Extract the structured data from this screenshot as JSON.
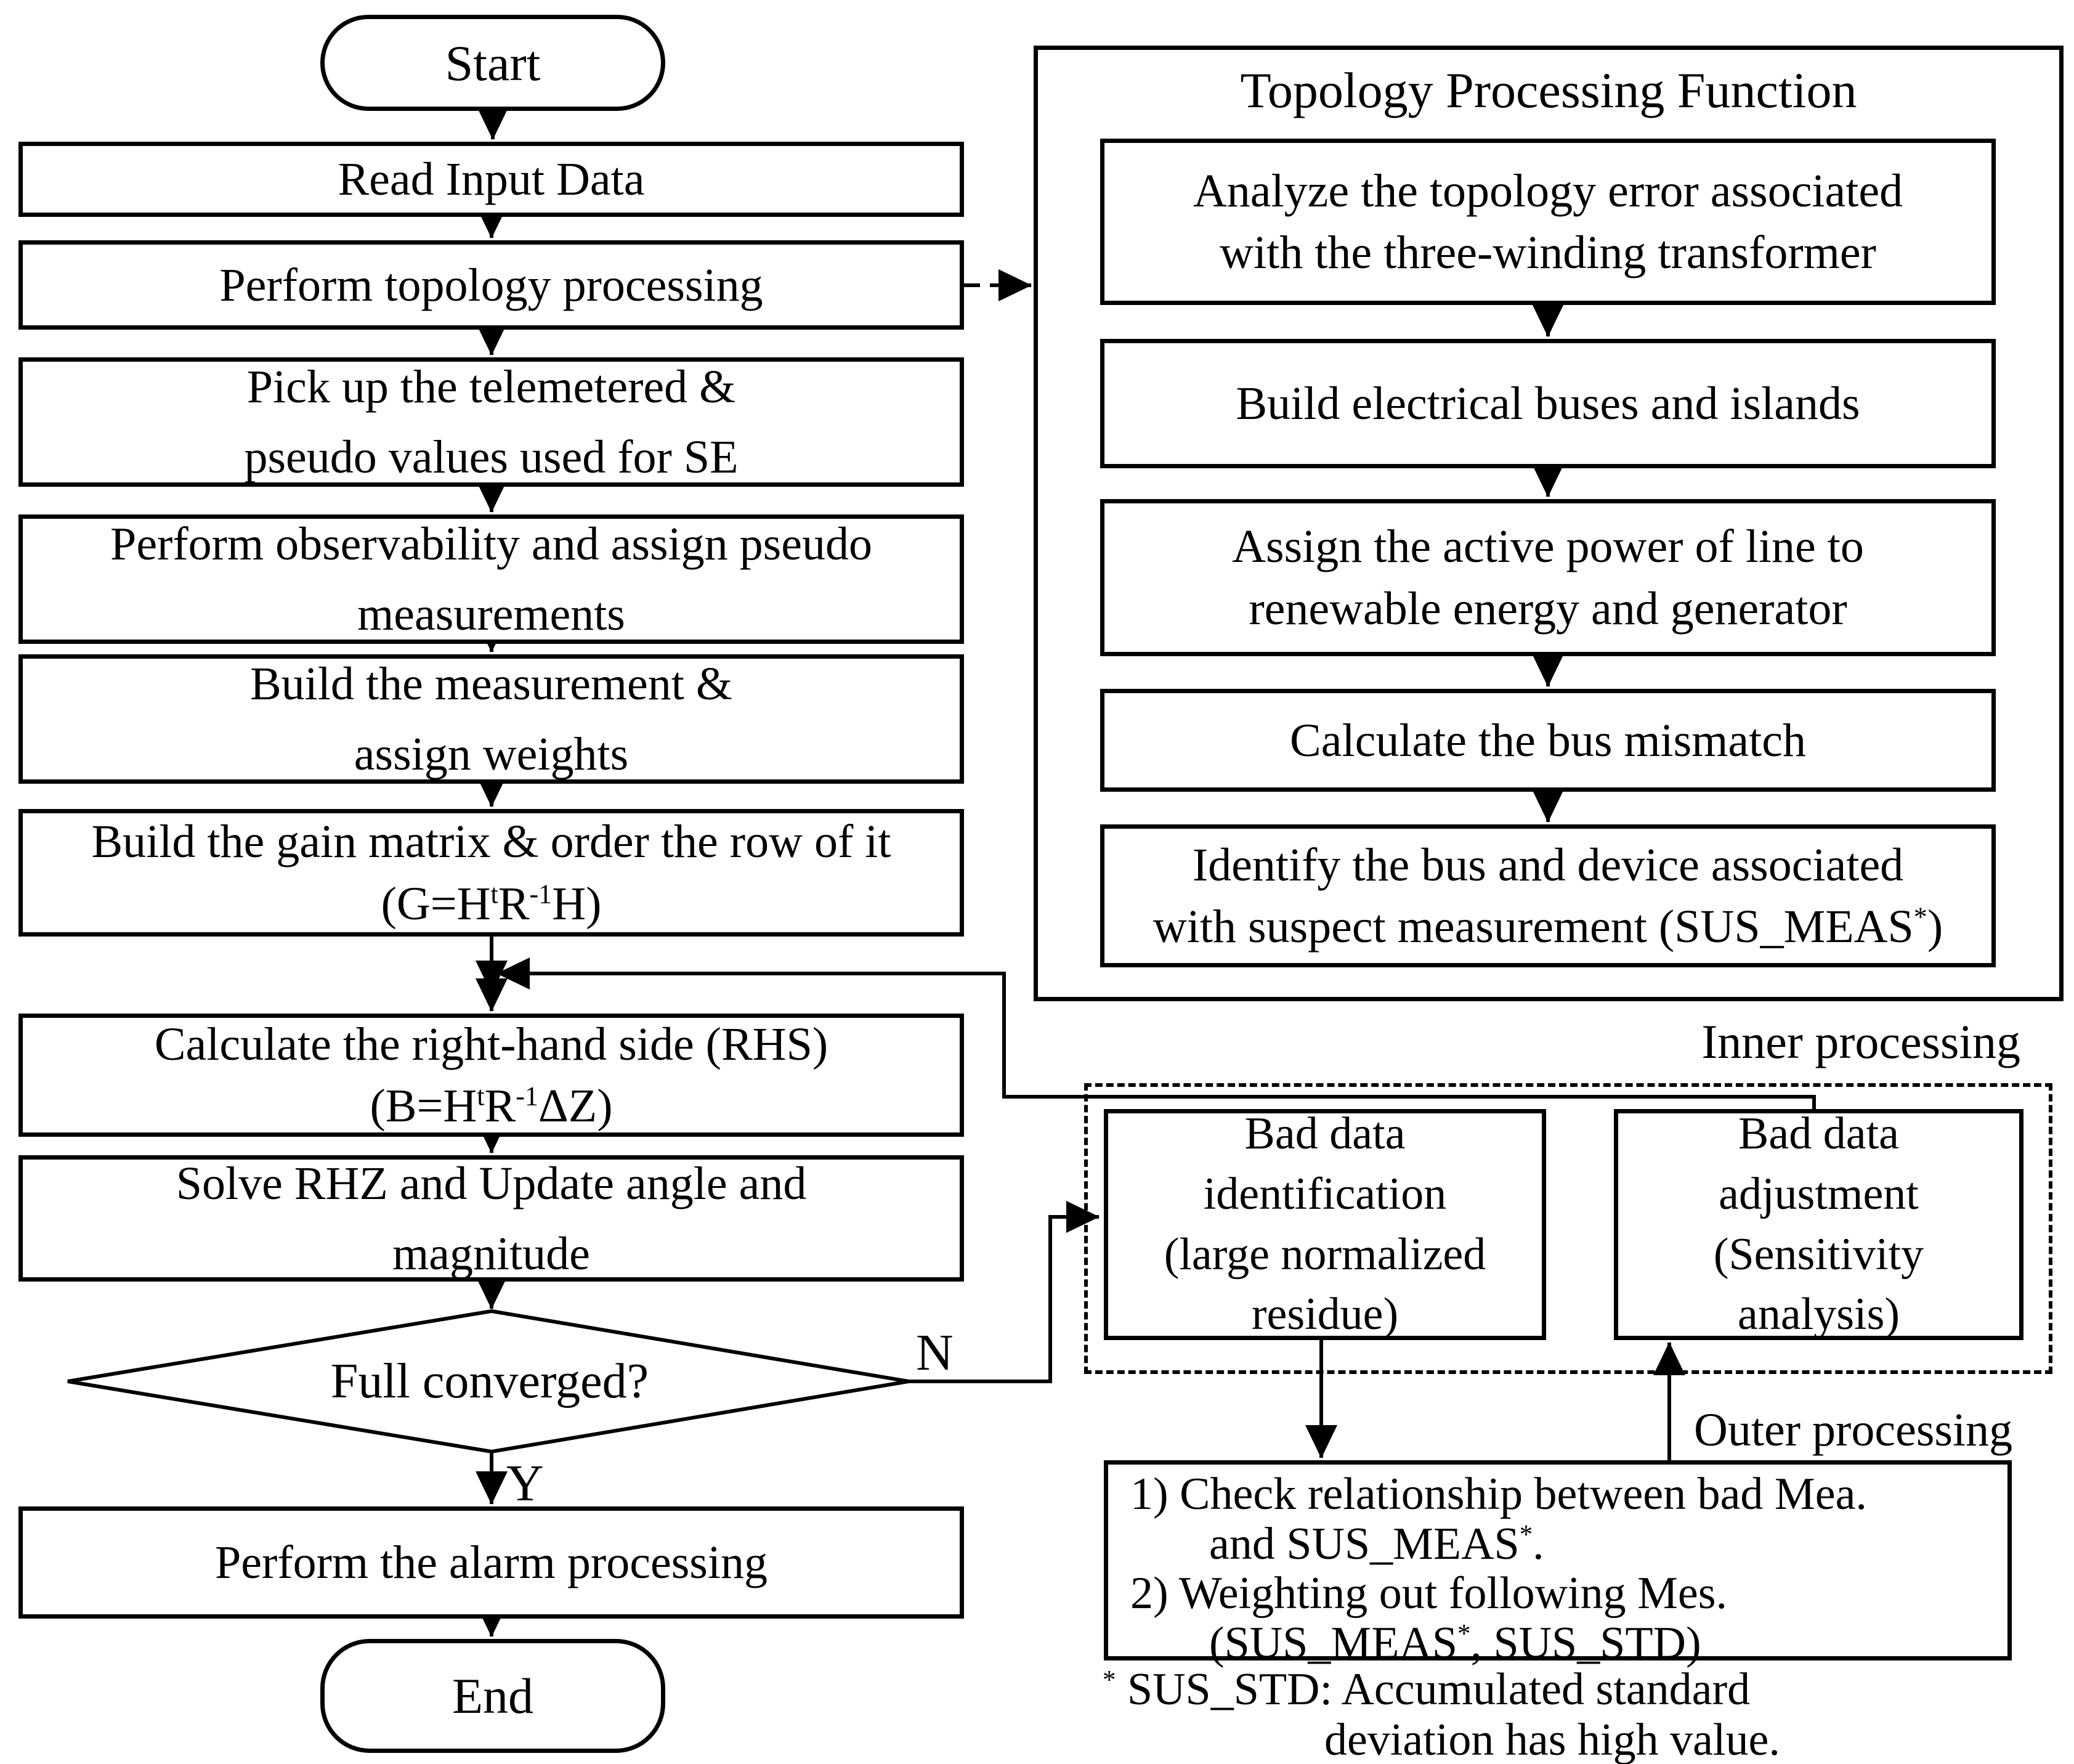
{
  "colors": {
    "line": "#000000",
    "background": "#ffffff",
    "text": "#000000"
  },
  "flow": {
    "start": "Start",
    "read_input": "Read Input Data",
    "topology_processing": "Perform topology processing",
    "pickup": {
      "line1": "Pick up the telemetered &",
      "line2": "pseudo values used for SE"
    },
    "observability": {
      "line1": "Perform observability and assign pseudo",
      "line2": "measurements"
    },
    "build_measurement": {
      "line1": "Build the measurement &",
      "line2": "assign weights"
    },
    "gain_matrix": {
      "line1": "Build the gain matrix & order the row of it",
      "formula": {
        "p1": "(G=H",
        "s1": "t",
        "p2": "R",
        "s2": "-1",
        "p3": "H)"
      }
    },
    "calc_rhs": {
      "line1": "Calculate the right-hand side (RHS)",
      "formula": {
        "p1": "(B=H",
        "s1": "t",
        "p2": "R",
        "s2": "-1",
        "p3": "ΔZ)"
      }
    },
    "solve": {
      "line1": "Solve RHZ and Update angle and",
      "line2": "magnitude"
    },
    "decision": "Full converged?",
    "no_label": "N",
    "yes_label": "Y",
    "alarm": "Perform the alarm processing",
    "end": "End"
  },
  "topology_function": {
    "title": "Topology Processing Function",
    "steps": [
      {
        "line1": "Analyze the topology error associated",
        "line2": "with the three-winding transformer"
      },
      {
        "line1": "Build electrical buses and islands"
      },
      {
        "line1": "Assign the active power of line to",
        "line2": "renewable energy and generator"
      },
      {
        "line1": "Calculate the bus mismatch"
      },
      {
        "line1": "Identify the bus and device associated",
        "line2_pre": "with suspect measurement (SUS_MEAS",
        "line2_sup": "*",
        "line2_post": ")"
      }
    ]
  },
  "bad_data": {
    "inner_label": "Inner processing",
    "outer_label": "Outer processing",
    "identification": {
      "line1": "Bad data",
      "line2": "identification",
      "line3": "(large normalized",
      "line4": "residue)"
    },
    "adjustment": {
      "line1": "Bad data",
      "line2": "adjustment",
      "line3": "(Sensitivity",
      "line4": "analysis)"
    },
    "check": {
      "item1": "1) Check relationship between bad Mea.",
      "item1b_pre": "and SUS_MEAS",
      "item1b_sup": "*",
      "item1b_post": ".",
      "item2": "2) Weighting out following Mes.",
      "item2b_pre": "(SUS_MEAS",
      "item2b_sup": "*",
      "item2b_post": ", SUS_STD)"
    },
    "footnote": {
      "sup": "*",
      "line1": " SUS_STD: Accumulated standard",
      "line2": "deviation has high value."
    }
  }
}
